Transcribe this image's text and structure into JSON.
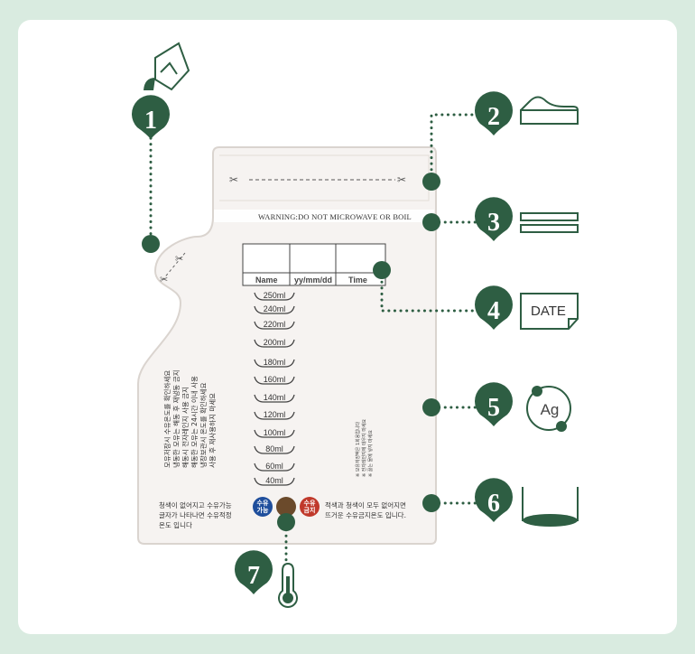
{
  "bag": {
    "warning": "WARNING:DO NOT MICROWAVE OR BOIL",
    "label_headers": [
      "Name",
      "yy/mm/dd",
      "Time"
    ],
    "scale": [
      "250ml",
      "240ml",
      "220ml",
      "200ml",
      "180ml",
      "160ml",
      "140ml",
      "120ml",
      "100ml",
      "80ml",
      "60ml",
      "40ml"
    ],
    "left_text_lines": [
      "청색이 없어지고 수유가능",
      "글자가 나타나면 수유적정",
      "온도 입니다"
    ],
    "right_text_lines": [
      "적색과 청색이 모두 없어지면",
      "뜨거운 수유금지온도 입니다."
    ],
    "dot_blue_line1": "수유",
    "dot_blue_line2": "가능",
    "dot_red_line1": "수유",
    "dot_red_line2": "금지",
    "vertical_text_left": [
      "모유저장시 수유온도를 확인하세요",
      "냉동한 모유는 해동 후 재냉동 금지",
      "해동시 전자레인지 사용 금지",
      "해동한 모유는 24시간 이내 사용",
      "냉장보관시 온도를 확인하세요",
      "사용 후 재사용하지 마세요"
    ],
    "vertical_text_right": [
      "※ 모유저장팩은 1회용입니다",
      "※ 전자레인지에 데우지 마세요",
      "※ 끓는 물에 넣지 마세요"
    ]
  },
  "callouts": [
    {
      "number": "1",
      "icon": "pour-spout-icon"
    },
    {
      "number": "2",
      "icon": "tear-strip-icon"
    },
    {
      "number": "3",
      "icon": "double-zipper-icon"
    },
    {
      "number": "4",
      "icon": "date-label-icon",
      "label": "DATE"
    },
    {
      "number": "5",
      "icon": "silver-ion-icon",
      "label": "Ag"
    },
    {
      "number": "6",
      "icon": "flat-bottom-icon"
    },
    {
      "number": "7",
      "icon": "thermometer-icon"
    }
  ],
  "colors": {
    "background": "#d9ebe0",
    "card": "#ffffff",
    "accent_green": "#2e5e43",
    "bag_fill": "#f6f3f1",
    "blue_dot": "#1f4e9c",
    "brown_dot": "#6b4a2b",
    "red_dot": "#c0392b"
  }
}
